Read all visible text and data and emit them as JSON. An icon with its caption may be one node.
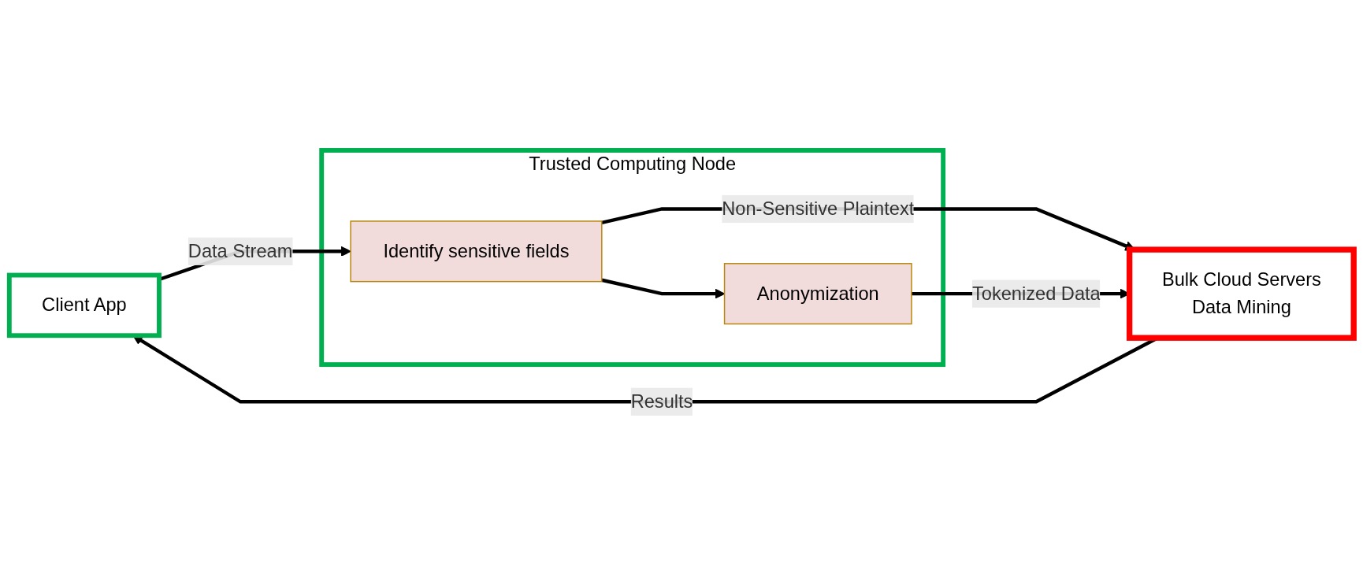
{
  "diagram": {
    "nodes": [
      {
        "text": [
          "Client App"
        ]
      },
      {
        "text": [
          "Trusted Computing Node"
        ]
      },
      {
        "text": [
          "Identify sensitive fields"
        ],
        "in": 1
      },
      {
        "text": [
          "Anonymization"
        ],
        "in": 1
      },
      {
        "text": [
          "Bulk Cloud Servers",
          "Data Mining"
        ]
      }
    ],
    "edges": [
      {
        "from": 0,
        "to": 2,
        "arrow": "to",
        "label": "Data Stream"
      },
      {
        "from": 2,
        "to": 3,
        "arrow": "to"
      },
      {
        "from": 2,
        "to": 4,
        "arrow": "to",
        "label": "Non-Sensitive Plaintext"
      },
      {
        "from": 3,
        "to": 4,
        "arrow": "to",
        "label": "Tokenized Data"
      },
      {
        "from": 4,
        "to": 0,
        "arrow": "to",
        "label": "Results"
      }
    ]
  }
}
